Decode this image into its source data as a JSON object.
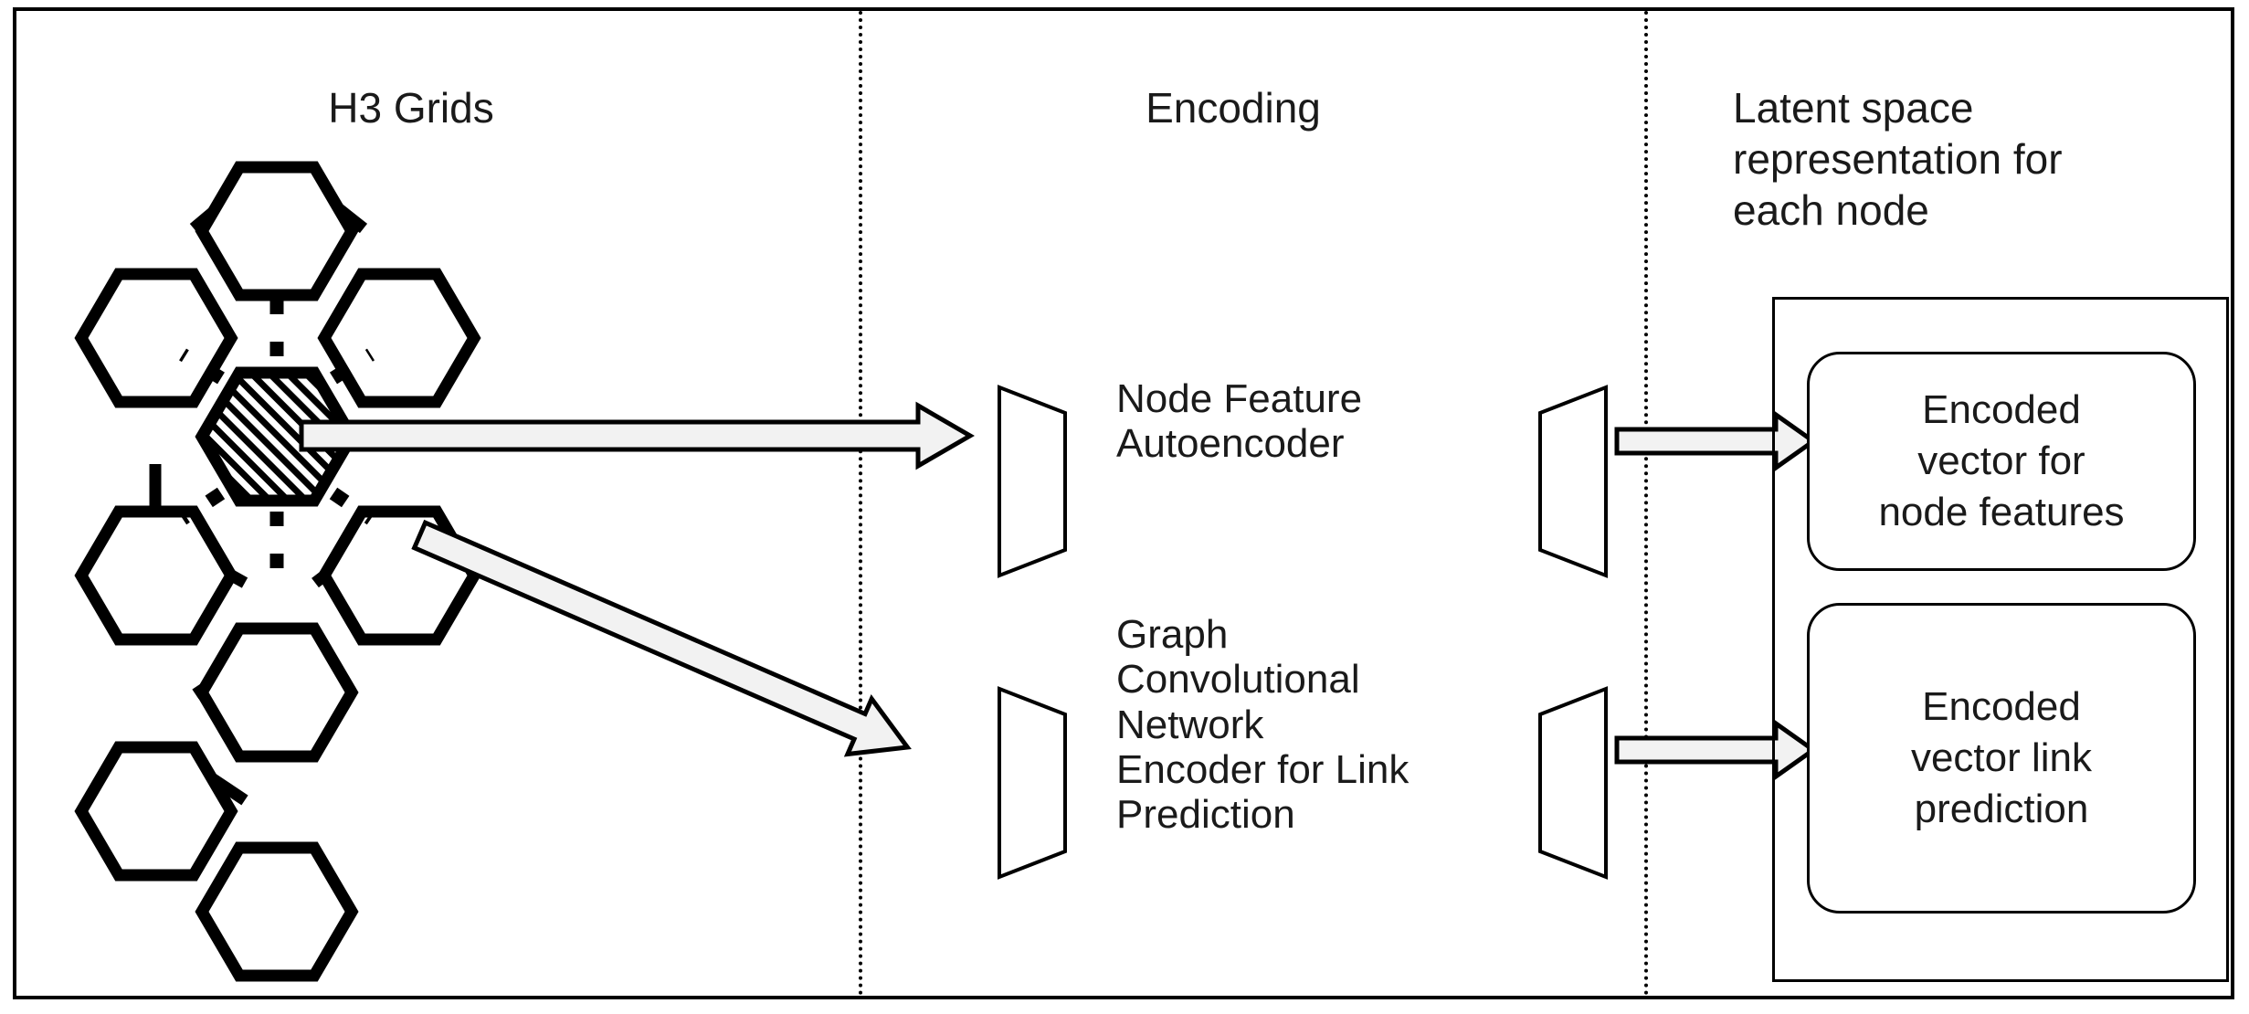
{
  "figure": {
    "panels": [
      {
        "id": "h3-grids",
        "title": "H3 Grids"
      },
      {
        "id": "encoding",
        "title": "Encoding"
      },
      {
        "id": "latent-space",
        "title": "Latent space\nrepresentation for\neach node"
      }
    ]
  },
  "h3_grids": {
    "title": "H3 Grids",
    "center_node": {
      "fill": "diagonal-hatch",
      "label": ""
    },
    "neighbor_count": 9,
    "edge_styles": {
      "center_to_neighbor": "dotted",
      "neighbor_to_neighbor": "solid"
    }
  },
  "encoding": {
    "title": "Encoding",
    "blocks": [
      {
        "id": "node-feature-autoencoder",
        "label": "Node Feature\nAutoencoder"
      },
      {
        "id": "gcn-link-prediction",
        "label": "Graph\nConvolutional\nNetwork\nEncoder for Link\nPrediction"
      }
    ]
  },
  "latent_space": {
    "title": "Latent space\nrepresentation for\neach node",
    "outputs": [
      {
        "id": "encoded-node-features",
        "label": "Encoded\nvector for\nnode features"
      },
      {
        "id": "encoded-link-prediction",
        "label": "Encoded\nvector link\nprediction"
      }
    ]
  },
  "colors": {
    "stroke": "#000000",
    "text": "#1a1a1a",
    "background": "#ffffff",
    "arrow_fill": "#f2f2f2"
  },
  "icons": {
    "arrow_right": "block-arrow-right-icon",
    "arrow_diagonal": "block-arrow-diagonal-icon",
    "hexagon": "hexagon-icon",
    "trapezoid_encoder": "trapezoid-encoder-icon",
    "trapezoid_decoder": "trapezoid-decoder-icon"
  }
}
